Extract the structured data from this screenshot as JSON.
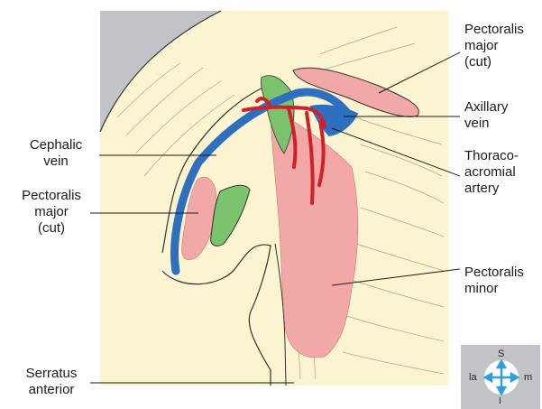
{
  "labels": {
    "pectoralis_major_top": "Pectoralis\nmajor\n(cut)",
    "axillary_vein": "Axillary\nvein",
    "cephalic_vein": "Cephalic\nvein",
    "thoracoacromial_artery": "Thoraco-\nacromial\nartery",
    "pectoralis_major_left": "Pectoralis\nmajor\n(cut)",
    "pectoralis_minor": "Pectoralis\nminor",
    "serratus_anterior": "Serratus\nanterior"
  },
  "compass": {
    "superior": "S",
    "inferior": "I",
    "lateral": "la",
    "medial": "m"
  },
  "colors": {
    "background": "#fbf4d0",
    "outer_gray": "#c2c3c7",
    "vein": "#2f6fc0",
    "artery": "#d0202a",
    "muscle_pink": "#f2a8a6",
    "muscle_green": "#7cc36e",
    "outline": "#333333"
  }
}
